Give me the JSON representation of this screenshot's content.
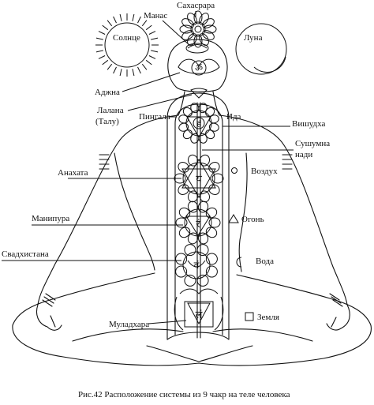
{
  "labels": {
    "sahasrara": "Сахасрара",
    "manas": "Манас",
    "sun": "Солнце",
    "moon": "Луна",
    "ajna": "Аджна",
    "lalana": "Лалана",
    "talu": "(Талу)",
    "pingala": "Пингала",
    "ida": "Ида",
    "vishuddha": "Вишудха",
    "sushumna_1": "Сушумна",
    "sushumna_2": "нади",
    "anahata": "Анахата",
    "air": "Воздух",
    "manipura": "Манипура",
    "fire": "Огонь",
    "svadhisthana": "Свадхистана",
    "water": "Вода",
    "muladhara": "Муладхара",
    "earth": "Земля"
  },
  "chakra_glyphs": {
    "ajna": "ॐ",
    "vishuddha": "हं",
    "anahata": "यं",
    "manipura": "रं",
    "svadhisthana": "वं",
    "muladhara": "लं"
  },
  "caption": "Рис.42  Расположение системы из 9 чакр на теле человека"
}
